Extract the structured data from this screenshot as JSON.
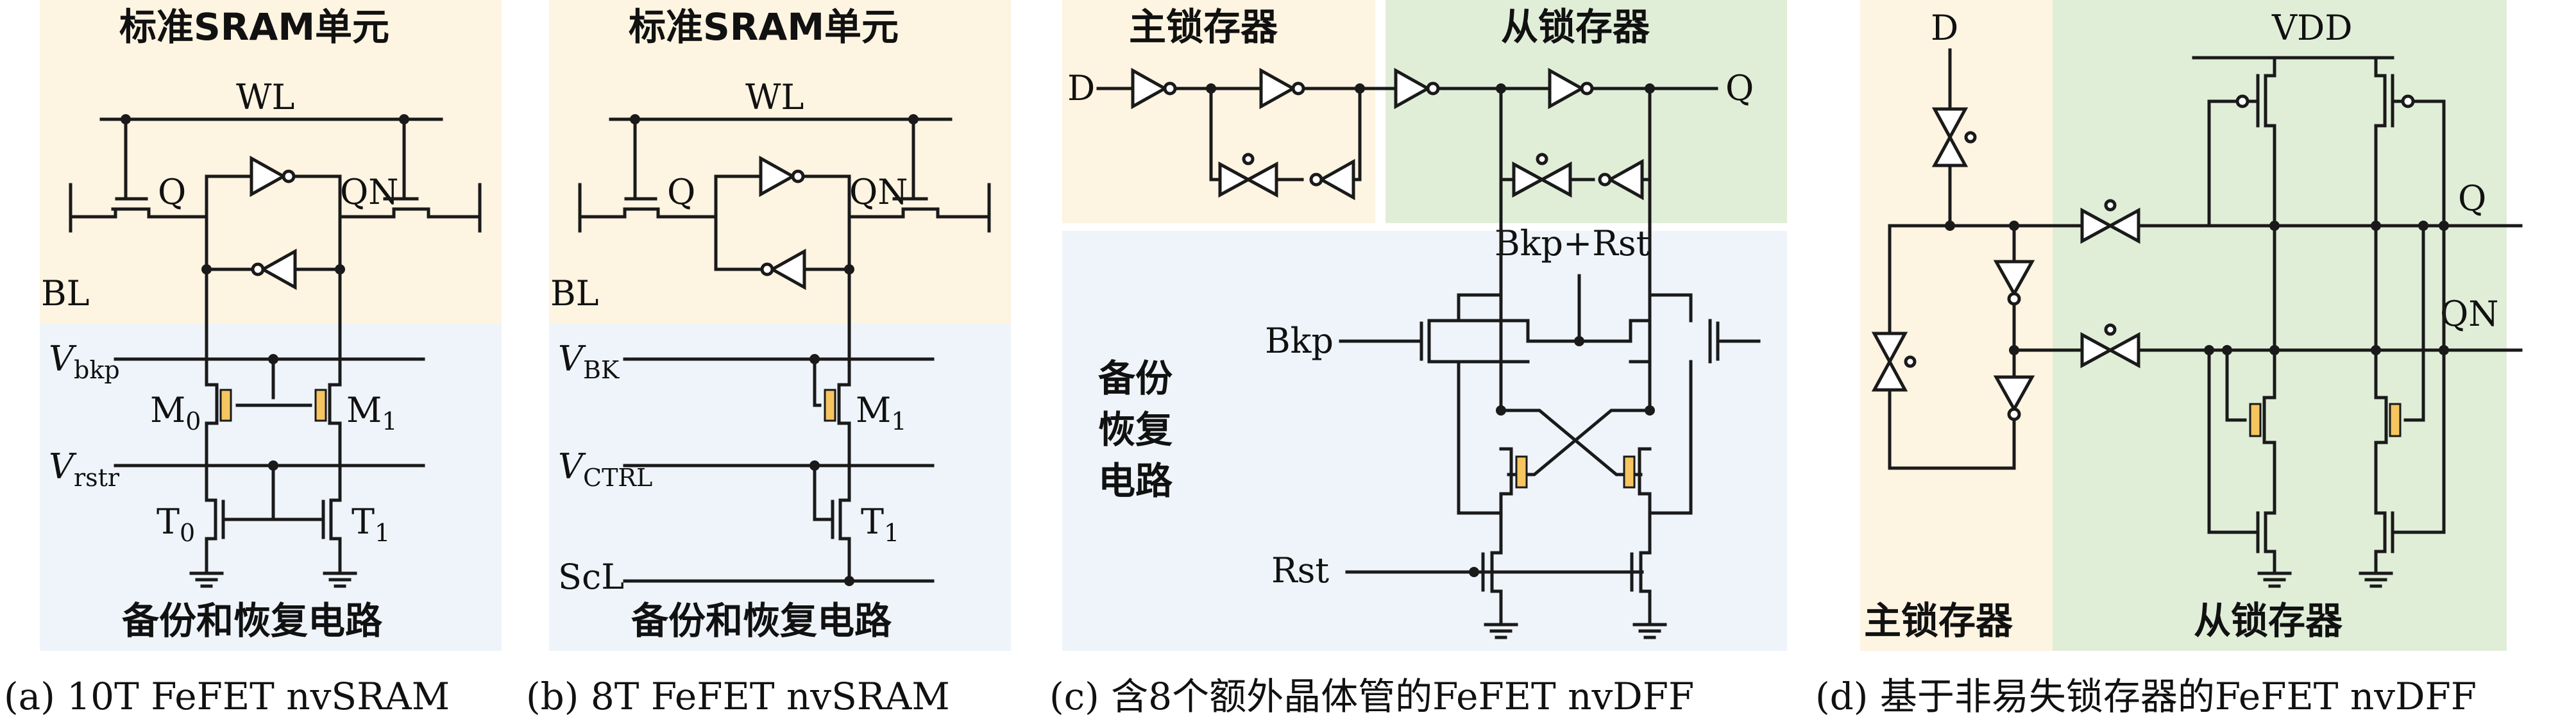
{
  "colors": {
    "yellow_region": "#fdf4e1",
    "blue_region": "#eef4fa",
    "green_region": "#e0eed8",
    "ferro": "#f6c560"
  },
  "panel_a": {
    "title": "标准SRAM单元",
    "wl": "WL",
    "q": "Q",
    "qn": "QN",
    "bl": "BL",
    "v1": "V",
    "v1_sub": "bkp",
    "v2": "V",
    "v2_sub": "rstr",
    "m0": "M",
    "m0_sub": "0",
    "m1": "M",
    "m1_sub": "1",
    "t0": "T",
    "t0_sub": "0",
    "t1": "T",
    "t1_sub": "1",
    "region": "备份和恢复电路",
    "caption": "(a) 10T FeFET nvSRAM"
  },
  "panel_b": {
    "title": "标准SRAM单元",
    "wl": "WL",
    "q": "Q",
    "qn": "QN",
    "bl": "BL",
    "v1": "V",
    "v1_sub": "BK",
    "v2": "V",
    "v2_sub": "CTRL",
    "scl": "ScL",
    "m1": "M",
    "m1_sub": "1",
    "t1": "T",
    "t1_sub": "1",
    "region": "备份和恢复电路",
    "caption": "(b) 8T FeFET nvSRAM"
  },
  "panel_c": {
    "master": "主锁存器",
    "slave": "从锁存器",
    "d": "D",
    "q": "Q",
    "bkprst": "Bkp+Rst",
    "bkp": "Bkp",
    "rst": "Rst",
    "region_l1": "备份",
    "region_l2": "恢复",
    "region_l3": "电路",
    "caption": "(c) 含8个额外晶体管的FeFET nvDFF"
  },
  "panel_d": {
    "d": "D",
    "vdd": "VDD",
    "q": "Q",
    "qn": "QN",
    "master": "主锁存器",
    "slave": "从锁存器",
    "caption": "(d) 基于非易失锁存器的FeFET nvDFF"
  }
}
